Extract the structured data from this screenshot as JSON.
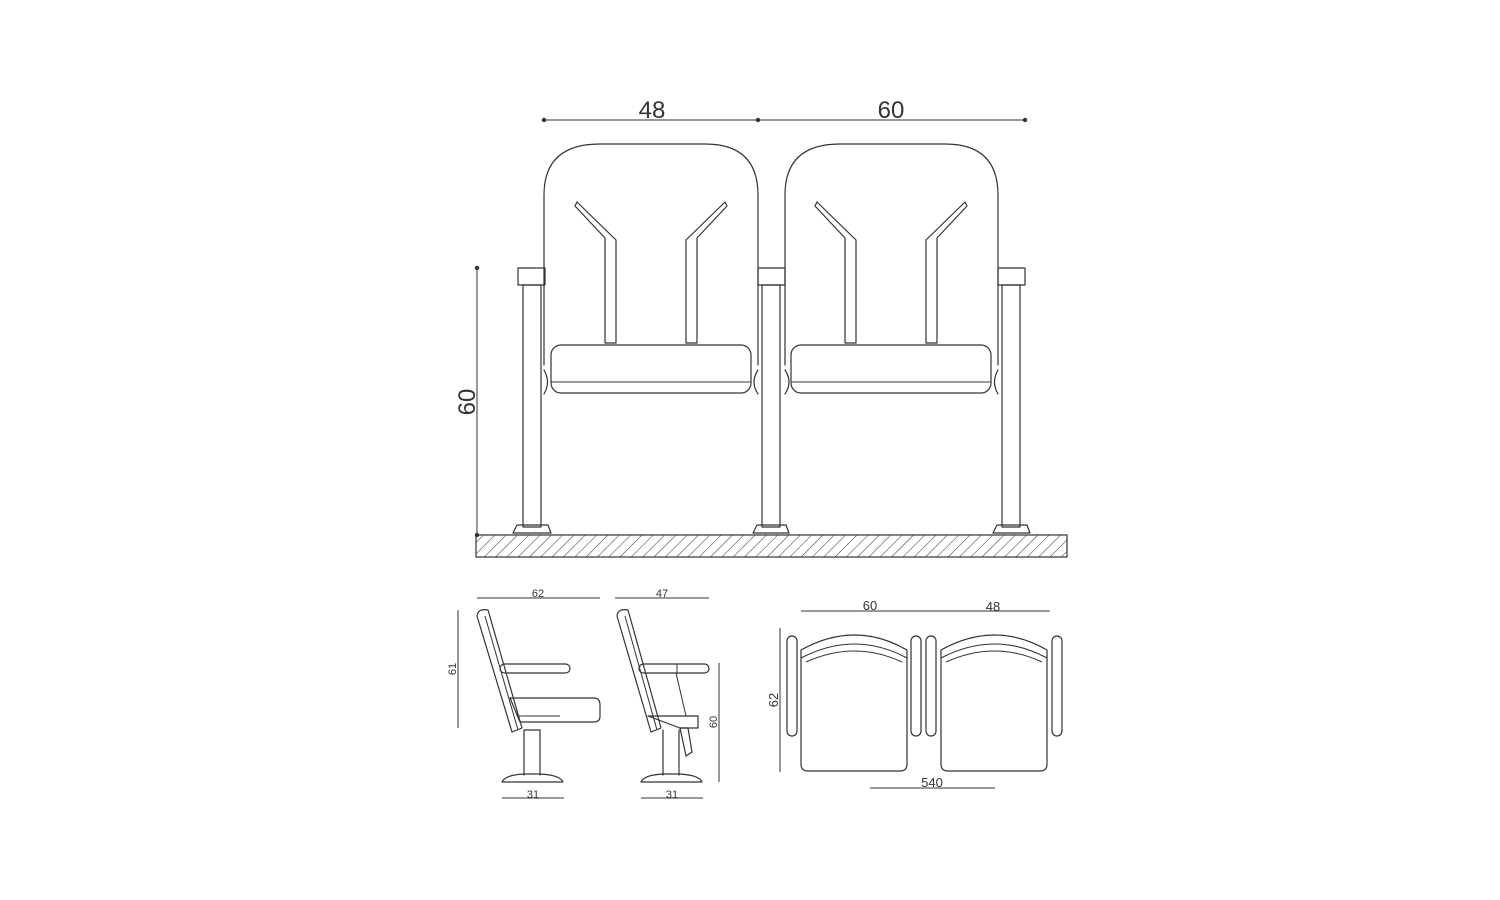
{
  "front_view": {
    "dim_top_left": "48",
    "dim_top_right": "60",
    "dim_height": "60"
  },
  "side_view_1": {
    "dim_depth": "62",
    "dim_height": "61",
    "dim_base": "31"
  },
  "side_view_2": {
    "dim_depth": "47",
    "dim_height": "60",
    "dim_base": "31"
  },
  "plan_view": {
    "dim_left": "60",
    "dim_right": "48",
    "dim_depth": "62",
    "dim_total": "540"
  },
  "colors": {
    "line": "#333333",
    "background": "#ffffff"
  }
}
